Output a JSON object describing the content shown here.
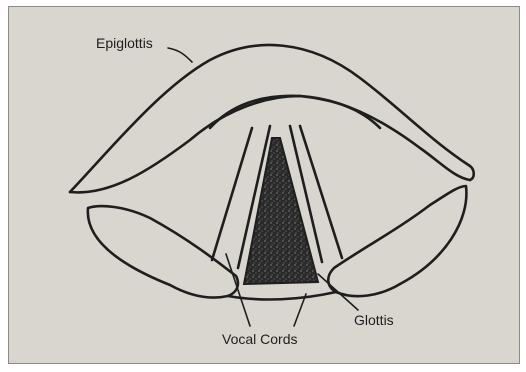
{
  "labels": {
    "epiglottis": "Epiglottis",
    "vocal_cords": "Vocal Cords",
    "glottis": "Glottis"
  }
}
